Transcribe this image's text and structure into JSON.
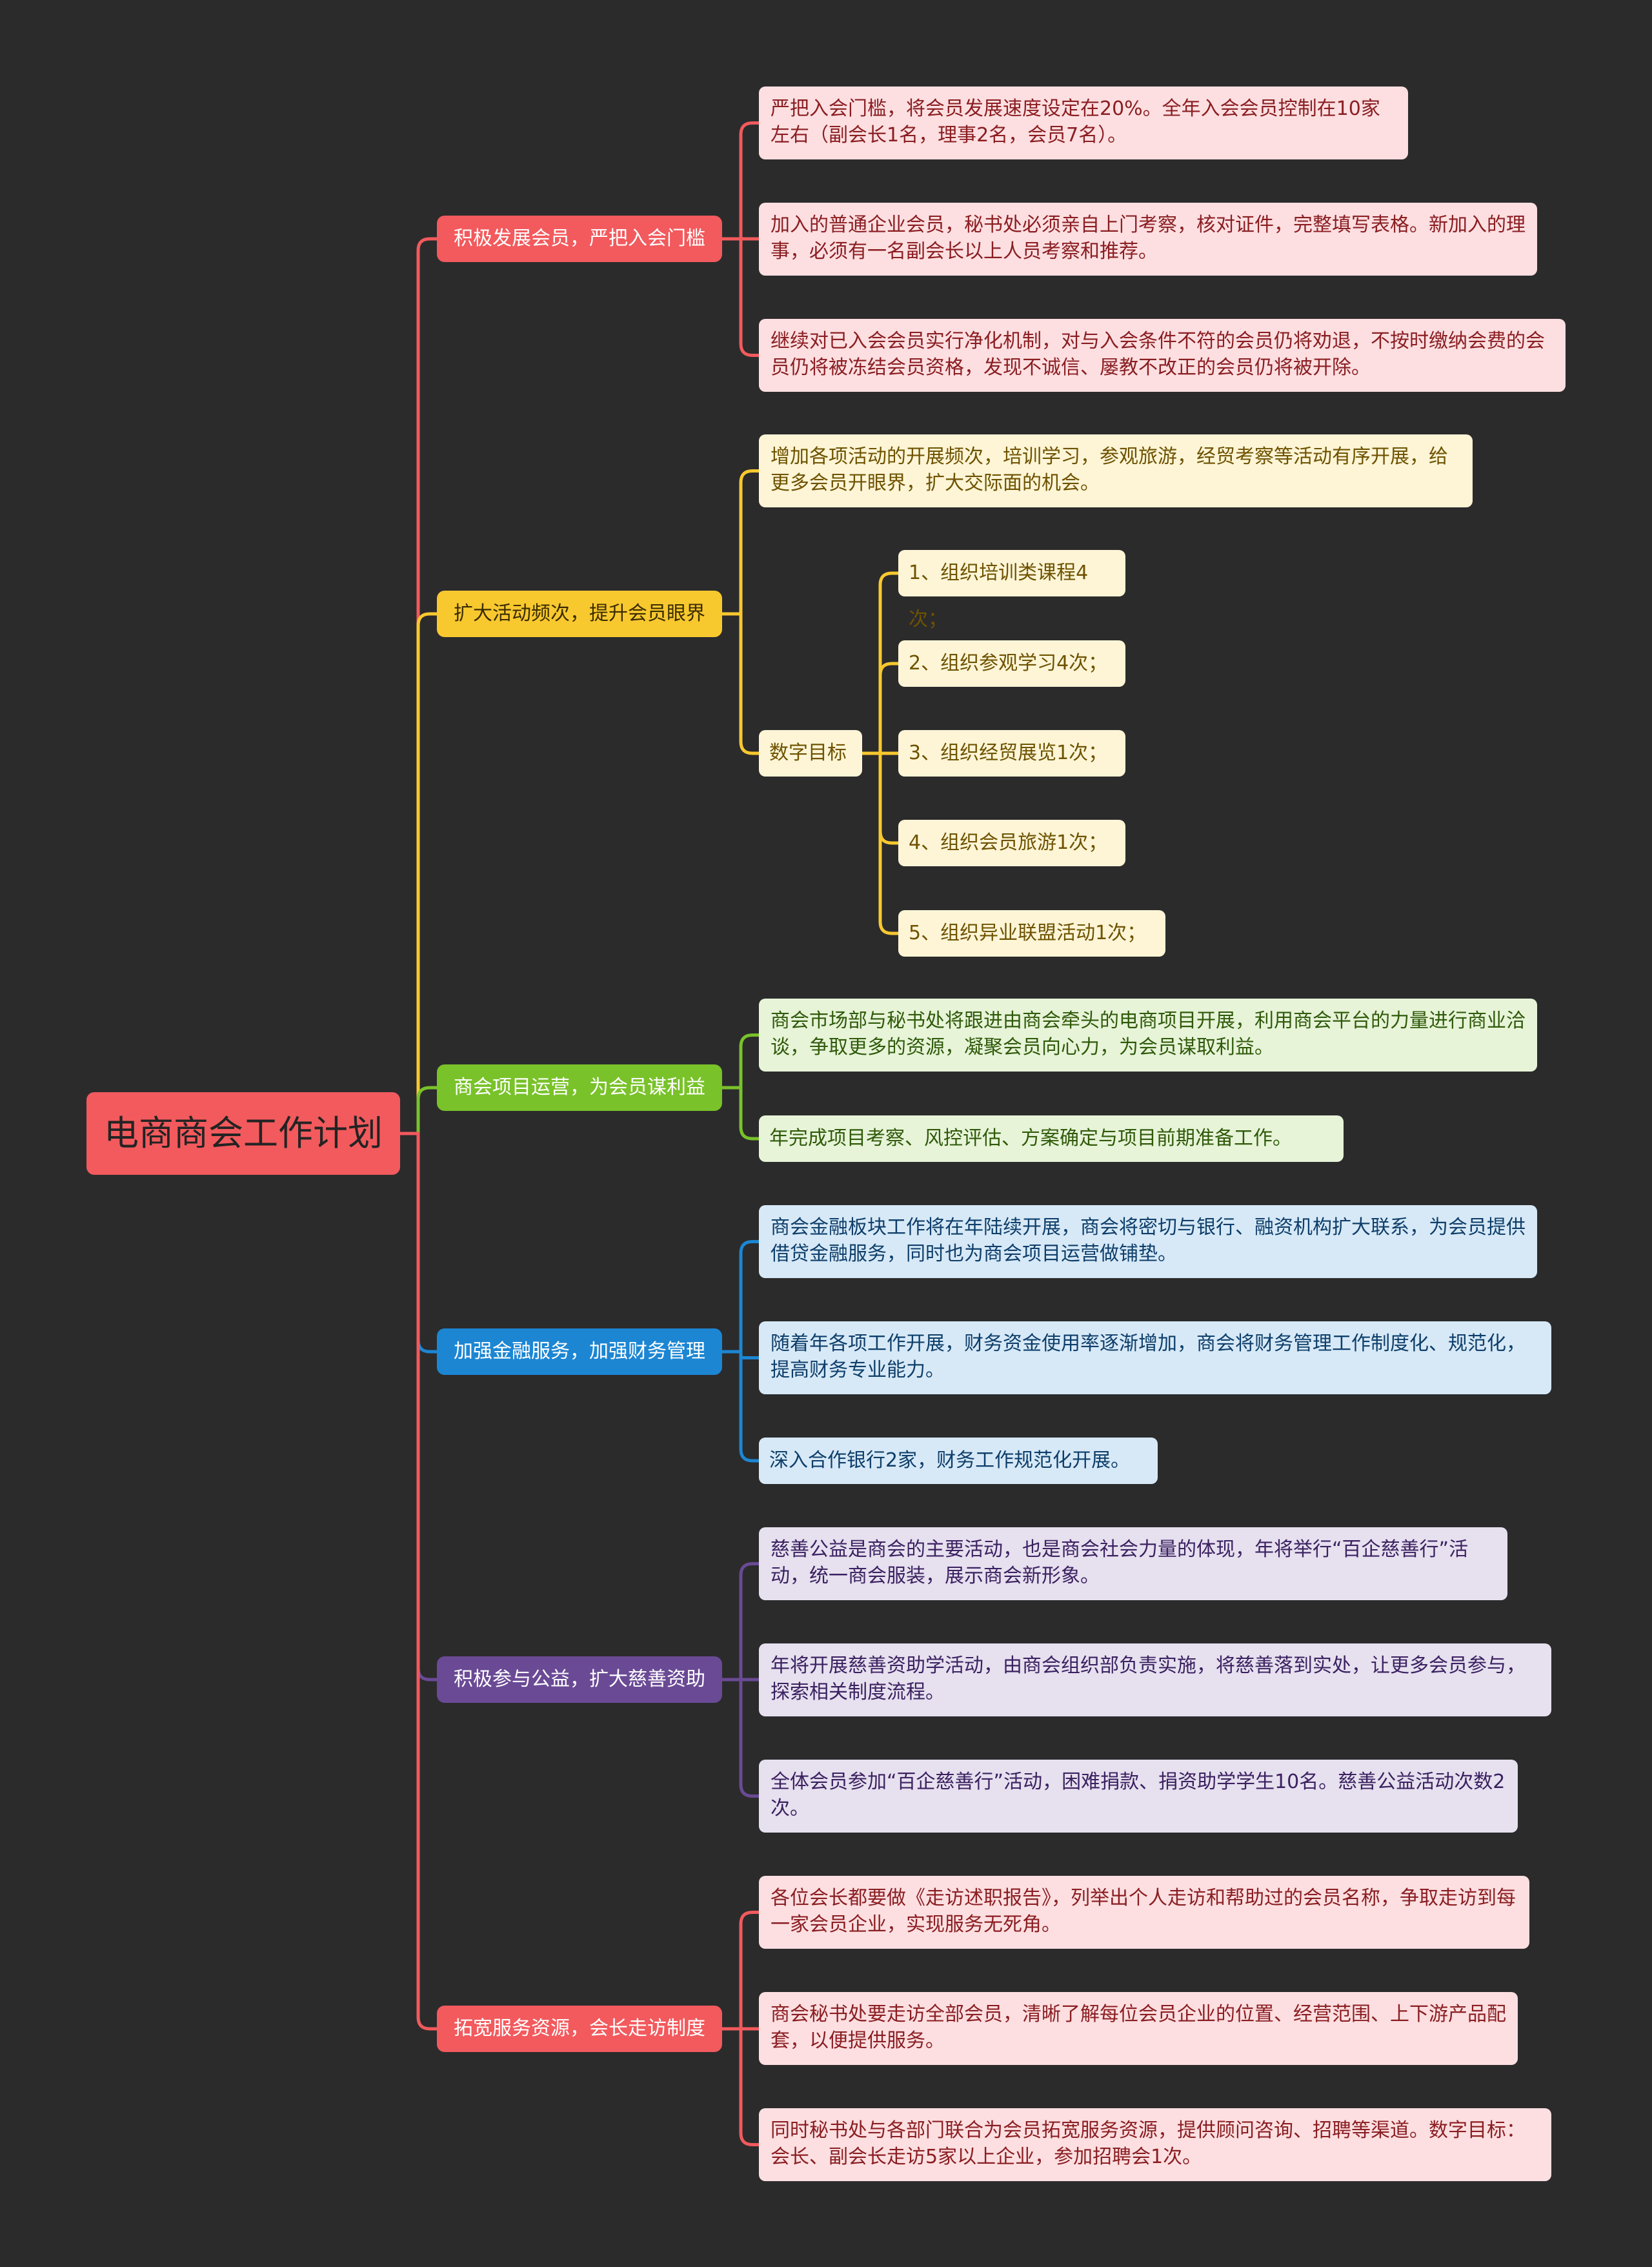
{
  "root": {
    "label": "电商商会工作计划"
  },
  "colors": {
    "root": "#f25a5d",
    "red": "#f25a5d",
    "redLeaf": "#fddfe1",
    "redText": "#8a1e22",
    "yellow": "#f8c82f",
    "yellowLeaf": "#fdf5d6",
    "yellowText": "#6e5200",
    "green": "#79c22a",
    "greenLeaf": "#e7f4d8",
    "greenText": "#2f5a0a",
    "blue": "#1c86d3",
    "blueLeaf": "#d7e9f7",
    "blueText": "#0e3e6a",
    "purple": "#6a4a95",
    "purpleLeaf": "#e6e0ef",
    "purpleText": "#3b2160"
  },
  "branches": [
    {
      "label": "积极发展会员，严把入会门槛",
      "color": "red",
      "items": [
        {
          "text": "严把入会门槛，将会员发展速度设定在20%。全年入会会员控制在10家左右（副会长1名，理事2名，会员7名）。"
        },
        {
          "text": "加入的普通企业会员，秘书处必须亲自上门考察，核对证件，完整填写表格。新加入的理事，必须有一名副会长以上人员考察和推荐。"
        },
        {
          "text": "继续对已入会会员实行净化机制，对与入会条件不符的会员仍将劝退，不按时缴纳会费的会员仍将被冻结会员资格，发现不诚信、屡教不改正的会员仍将被开除。"
        }
      ]
    },
    {
      "label": "扩大活动频次，提升会员眼界",
      "color": "yellow",
      "items": [
        {
          "text": "增加各项活动的开展频次，培训学习，参观旅游，经贸考察等活动有序开展，给更多会员开眼界，扩大交际面的机会。"
        },
        {
          "text": "数字目标",
          "children": [
            "1、组织培训类课程4次；",
            "2、组织参观学习4次；",
            "3、组织经贸展览1次；",
            "4、组织会员旅游1次；",
            "5、组织异业联盟活动1次；"
          ]
        }
      ]
    },
    {
      "label": "商会项目运营，为会员谋利益",
      "color": "green",
      "items": [
        {
          "text": "商会市场部与秘书处将跟进由商会牵头的电商项目开展，利用商会平台的力量进行商业洽谈，争取更多的资源，凝聚会员向心力，为会员谋取利益。"
        },
        {
          "text": "年完成项目考察、风控评估、方案确定与项目前期准备工作。"
        }
      ]
    },
    {
      "label": "加强金融服务，加强财务管理",
      "color": "blue",
      "items": [
        {
          "text": "商会金融板块工作将在年陆续开展，商会将密切与银行、融资机构扩大联系，为会员提供借贷金融服务，同时也为商会项目运营做铺垫。"
        },
        {
          "text": "随着年各项工作开展，财务资金使用率逐渐增加，商会将财务管理工作制度化、规范化，提高财务专业能力。"
        },
        {
          "text": "深入合作银行2家，财务工作规范化开展。"
        }
      ]
    },
    {
      "label": "积极参与公益，扩大慈善资助",
      "color": "purple",
      "items": [
        {
          "text": "慈善公益是商会的主要活动，也是商会社会力量的体现，年将举行“百企慈善行”活动，统一商会服装，展示商会新形象。"
        },
        {
          "text": "年将开展慈善资助学活动，由商会组织部负责实施，将慈善落到实处，让更多会员参与，探索相关制度流程。"
        },
        {
          "text": "全体会员参加“百企慈善行”活动，困难捐款、捐资助学学生10名。慈善公益活动次数2次。"
        }
      ]
    },
    {
      "label": "拓宽服务资源，会长走访制度",
      "color": "red",
      "items": [
        {
          "text": "各位会长都要做《走访述职报告》，列举出个人走访和帮助过的会员名称，争取走访到每一家会员企业，实现服务无死角。"
        },
        {
          "text": "商会秘书处要走访全部会员，清晰了解每位会员企业的位置、经营范围、上下游产品配套，以便提供服务。"
        },
        {
          "text": "同时秘书处与各部门联合为会员拓宽服务资源，提供顾问咨询、招聘等渠道。数字目标：会长、副会长走访5家以上企业，参加招聘会1次。"
        }
      ]
    }
  ]
}
